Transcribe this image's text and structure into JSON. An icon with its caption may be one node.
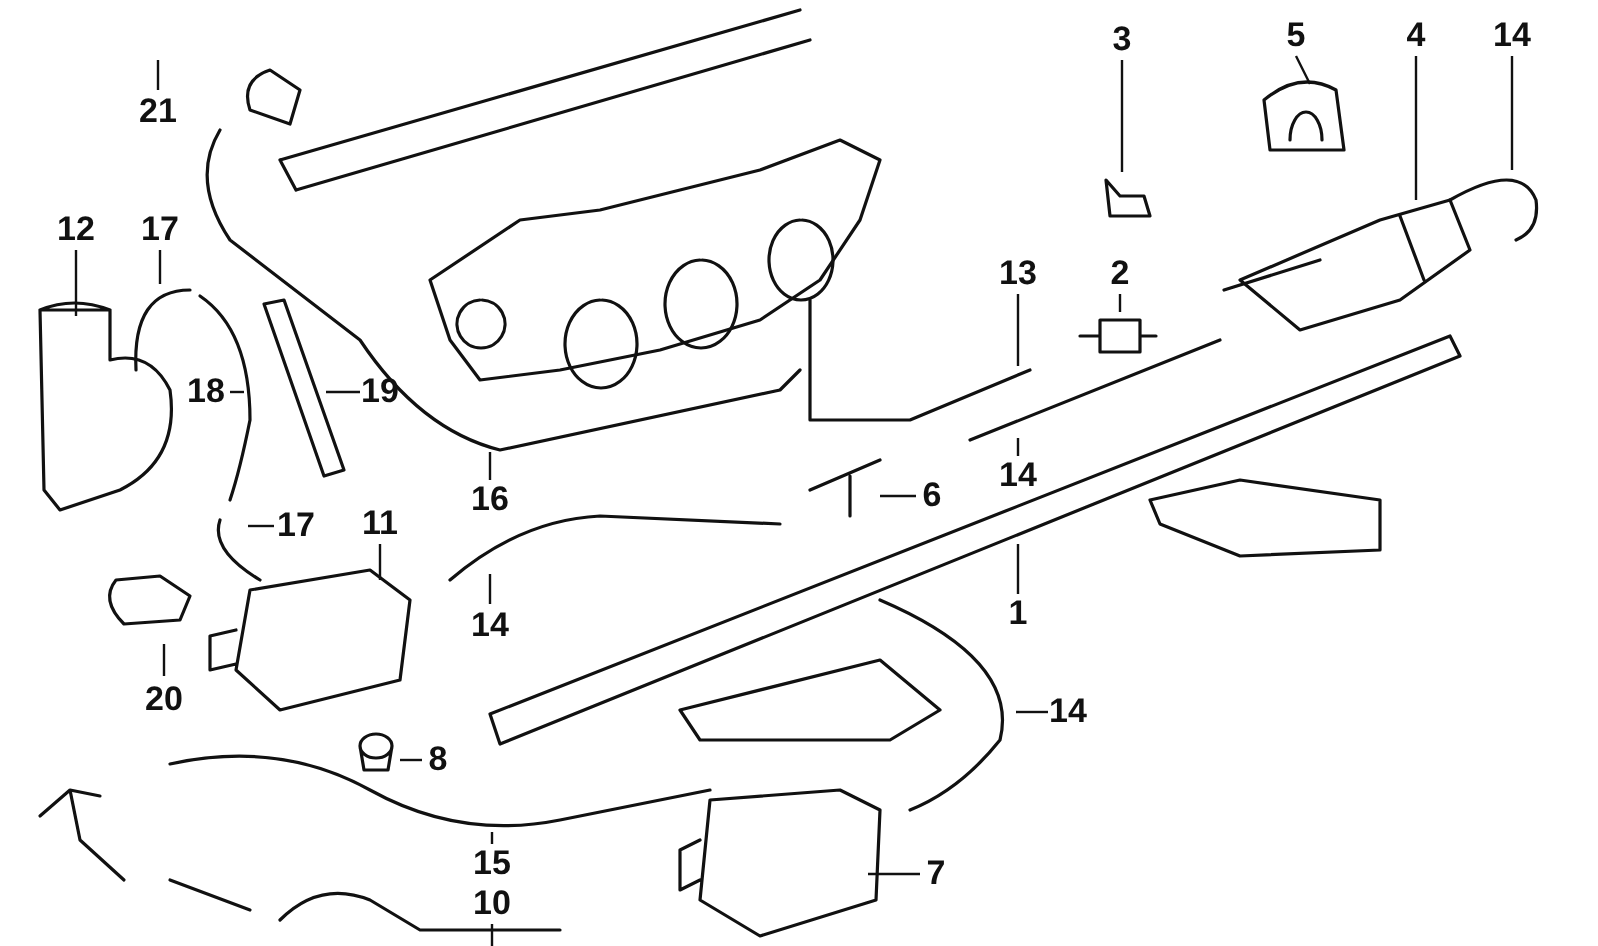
{
  "diagram": {
    "nodes": [
      {
        "text": [
          "21"
        ]
      },
      {
        "text": [
          "3"
        ]
      },
      {
        "text": [
          "5"
        ]
      },
      {
        "text": [
          "4"
        ]
      },
      {
        "text": [
          "14"
        ]
      },
      {
        "text": [
          "12"
        ]
      },
      {
        "text": [
          "17"
        ]
      },
      {
        "text": [
          "13"
        ]
      },
      {
        "text": [
          "2"
        ]
      },
      {
        "text": [
          "18"
        ]
      },
      {
        "text": [
          "19"
        ]
      },
      {
        "text": [
          "16"
        ]
      },
      {
        "text": [
          "14"
        ]
      },
      {
        "text": [
          "6"
        ]
      },
      {
        "text": [
          "17"
        ]
      },
      {
        "text": [
          "11"
        ]
      },
      {
        "text": [
          "14"
        ]
      },
      {
        "text": [
          "1"
        ]
      },
      {
        "text": [
          "20"
        ]
      },
      {
        "text": [
          "8"
        ]
      },
      {
        "text": [
          "14"
        ]
      },
      {
        "text": [
          "15"
        ]
      },
      {
        "text": [
          "7"
        ]
      },
      {
        "text": [
          "10"
        ]
      }
    ],
    "edges": [
      {
        "from": 0,
        "to": null,
        "arrow": "none"
      },
      {
        "from": 1,
        "to": null,
        "arrow": "none"
      },
      {
        "from": 2,
        "to": null,
        "arrow": "none"
      },
      {
        "from": 3,
        "to": null,
        "arrow": "none"
      },
      {
        "from": 4,
        "to": null,
        "arrow": "none"
      },
      {
        "from": 5,
        "to": null,
        "arrow": "none"
      },
      {
        "from": 6,
        "to": null,
        "arrow": "none"
      },
      {
        "from": 7,
        "to": null,
        "arrow": "none"
      },
      {
        "from": 8,
        "to": null,
        "arrow": "none"
      },
      {
        "from": 9,
        "to": null,
        "arrow": "none"
      },
      {
        "from": 10,
        "to": null,
        "arrow": "none"
      },
      {
        "from": 11,
        "to": null,
        "arrow": "none"
      },
      {
        "from": 12,
        "to": null,
        "arrow": "none"
      },
      {
        "from": 13,
        "to": null,
        "arrow": "none"
      },
      {
        "from": 14,
        "to": null,
        "arrow": "none"
      },
      {
        "from": 15,
        "to": null,
        "arrow": "none"
      },
      {
        "from": 16,
        "to": null,
        "arrow": "none"
      },
      {
        "from": 17,
        "to": null,
        "arrow": "none"
      },
      {
        "from": 18,
        "to": null,
        "arrow": "none"
      },
      {
        "from": 19,
        "to": null,
        "arrow": "none"
      },
      {
        "from": 20,
        "to": null,
        "arrow": "none"
      },
      {
        "from": 21,
        "to": null,
        "arrow": "none"
      },
      {
        "from": 22,
        "to": null,
        "arrow": "none"
      },
      {
        "from": 23,
        "to": null,
        "arrow": "none"
      }
    ]
  }
}
